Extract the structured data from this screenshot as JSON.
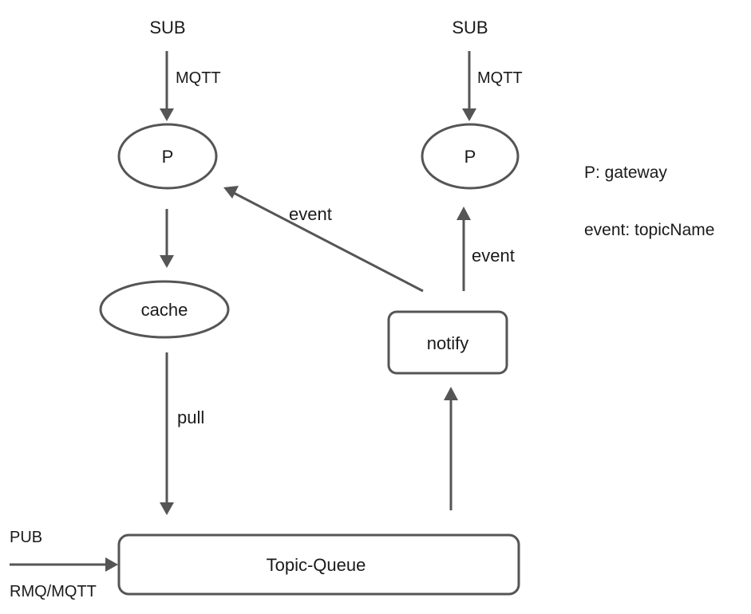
{
  "nodes": {
    "sub_left": "SUB",
    "sub_right": "SUB",
    "p_left": "P",
    "p_right": "P",
    "cache": "cache",
    "notify": "notify",
    "topic_queue": "Topic-Queue",
    "pub": "PUB",
    "protocol": "RMQ/MQTT"
  },
  "edges": {
    "sub_left_to_p": "MQTT",
    "sub_right_to_p": "MQTT",
    "notify_to_p_left": "event",
    "notify_to_p_right": "event",
    "cache_to_queue": "pull"
  },
  "legend": {
    "p_def": "P: gateway",
    "event_def": "event: topicName"
  },
  "colors": {
    "stroke": "#555555",
    "text": "#1a1a1a",
    "background": "#ffffff"
  }
}
